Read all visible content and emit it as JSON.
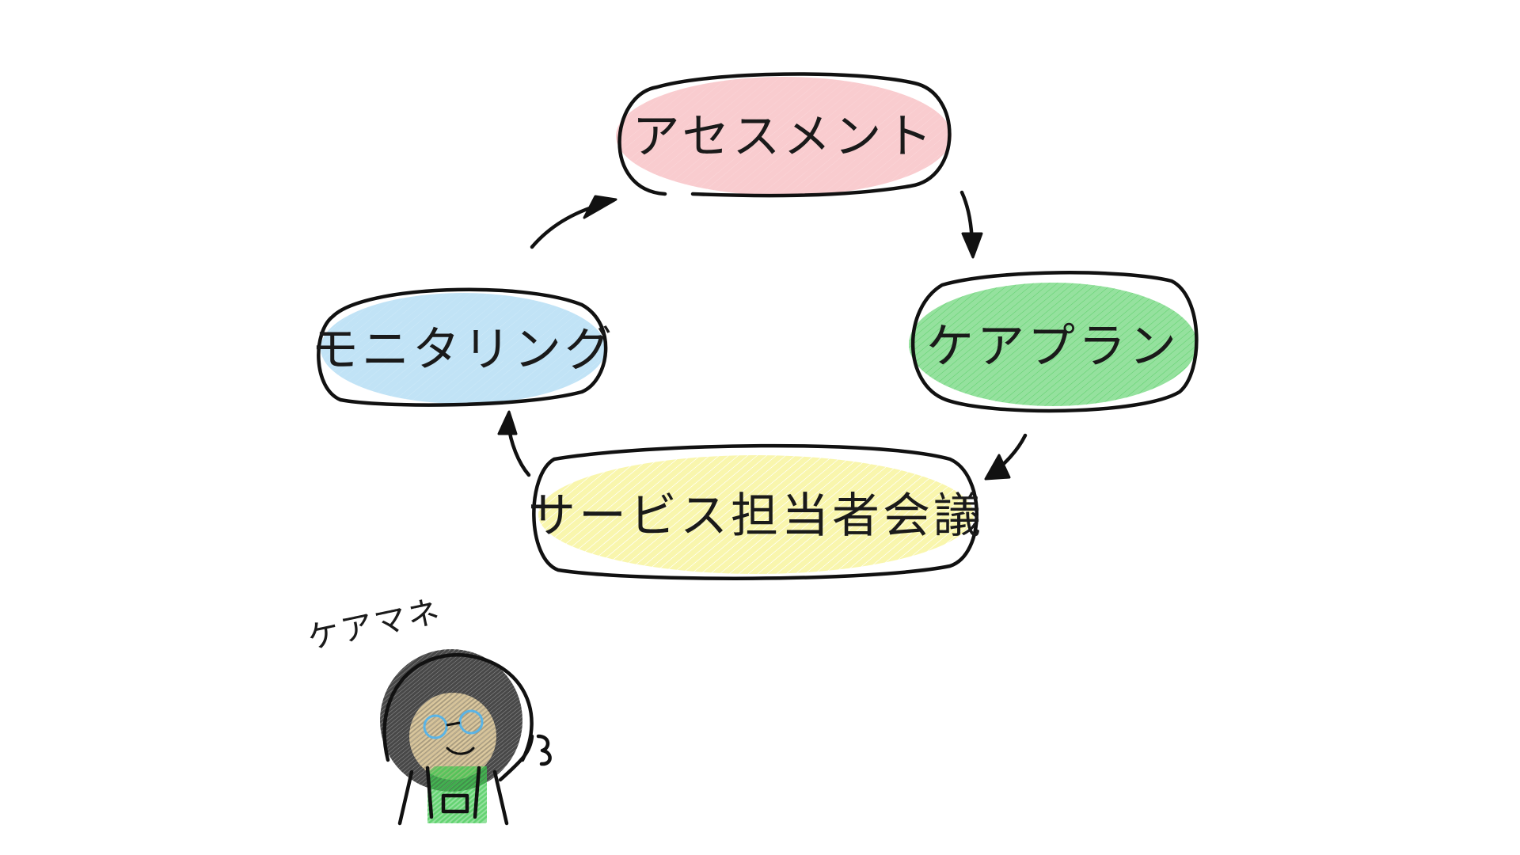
{
  "diagram": {
    "nodes": {
      "assessment": {
        "label": "アセスメント",
        "color": "#f4a3a8"
      },
      "care_plan": {
        "label": "ケアプラン",
        "color": "#3ec94f"
      },
      "service_meeting": {
        "label": "サービス担当者会議",
        "color": "#f4ef6a"
      },
      "monitoring": {
        "label": "モニタリング",
        "color": "#8fcdef"
      }
    },
    "cycle_order": [
      "assessment",
      "care_plan",
      "service_meeting",
      "monitoring"
    ],
    "caption": {
      "label": "ケアマネ"
    },
    "character": {
      "hair_color": "#1a1a1a",
      "skin_color": "#fbe3b0",
      "glasses_color": "#5ab4e6",
      "shirt_color": "#3ec94f"
    }
  }
}
